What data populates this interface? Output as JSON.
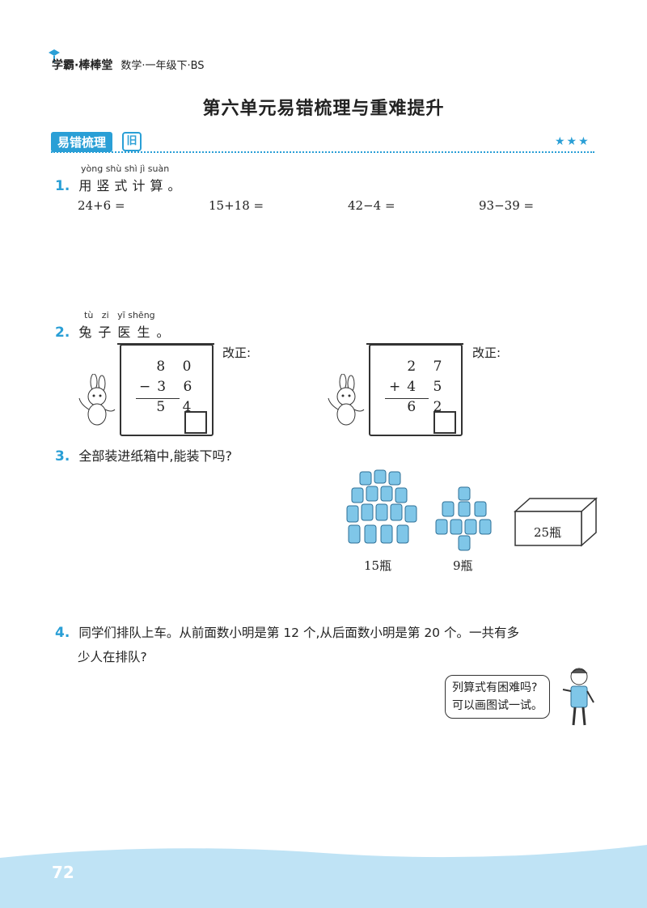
{
  "header": {
    "brand": "学霸·棒棒堂",
    "subtitle": "数学·一年级下·BS"
  },
  "title": "第六单元易错梳理与重难提升",
  "section": {
    "label": "易错梳理",
    "icon_text": "旧",
    "stars": "★★★"
  },
  "q1": {
    "num": "1.",
    "pinyin": [
      "yòng",
      "shù",
      "shì",
      "jì",
      "suàn"
    ],
    "text": [
      "用",
      "竖",
      "式",
      "计",
      "算",
      "。"
    ],
    "exprs": [
      "24+6 =",
      "15+18 =",
      "42−4 =",
      "93−39 ="
    ]
  },
  "q2": {
    "num": "2.",
    "pinyin": [
      "tù",
      "zi",
      "yī",
      "shēng"
    ],
    "text": [
      "兔",
      "子",
      "医",
      "生",
      "。"
    ],
    "fix_label": "改正:",
    "left": {
      "row1": " 8 0",
      "row2": "−3 6",
      "row3": " 5 4"
    },
    "right": {
      "row1": " 2 7",
      "row2": "+4 5",
      "row3": " 6 2"
    }
  },
  "q3": {
    "num": "3.",
    "text": "全部装进纸箱中,能装下吗?",
    "label_a": "15瓶",
    "label_b": "9瓶",
    "box_label": "25瓶"
  },
  "q4": {
    "num": "4.",
    "line1": "同学们排队上车。从前面数小明是第 12 个,从后面数小明是第 20 个。一共有多",
    "line2": "少人在排队?",
    "bubble1": "列算式有困难吗?",
    "bubble2": "可以画图试一试。"
  },
  "page_number": "72",
  "colors": {
    "accent": "#2a9fd6",
    "wave": "#bfe3f5"
  }
}
